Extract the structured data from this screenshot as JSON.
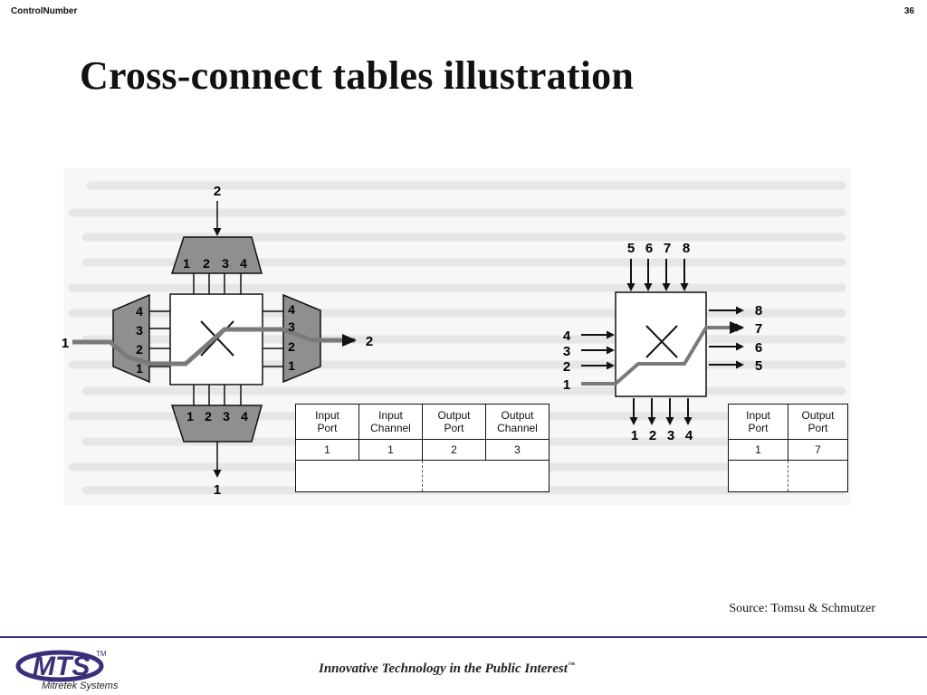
{
  "header": {
    "left": "ControlNumber",
    "right": "36"
  },
  "title": "Cross-connect tables illustration",
  "left_diagram": {
    "top_input": "2",
    "top_ports": [
      "1",
      "2",
      "3",
      "4"
    ],
    "bottom_ports": [
      "1",
      "2",
      "3",
      "4"
    ],
    "bottom_output": "1",
    "left_ports": [
      "4",
      "3",
      "2",
      "1"
    ],
    "left_input": "1",
    "right_ports": [
      "4",
      "3",
      "2",
      "1"
    ],
    "right_output": "2"
  },
  "right_diagram": {
    "top_inputs": [
      "5",
      "6",
      "7",
      "8"
    ],
    "left_inputs": [
      "4",
      "3",
      "2",
      "1"
    ],
    "right_outputs": [
      "8",
      "7",
      "6",
      "5"
    ],
    "bottom_outputs": [
      "1",
      "2",
      "3",
      "4"
    ]
  },
  "table1": {
    "headers": [
      "Input\nPort",
      "Input\nChannel",
      "Output\nPort",
      "Output\nChannel"
    ],
    "row": [
      "1",
      "1",
      "2",
      "3"
    ]
  },
  "table2": {
    "headers": [
      "Input\nPort",
      "Output\nPort"
    ],
    "row": [
      "1",
      "7"
    ]
  },
  "source": "Source: Tomsu & Schmutzer",
  "footer": {
    "logo_text": "MTS",
    "logo_tm": "TM",
    "logo_subtitle": "Mitretek Systems",
    "tagline": "Innovative Technology in the Public Interest",
    "tagline_tm": "™"
  },
  "colors": {
    "footer_line": "#3b2f7a",
    "logo_purple": "#3b2f7a",
    "device_gray": "#8f8f8f"
  }
}
